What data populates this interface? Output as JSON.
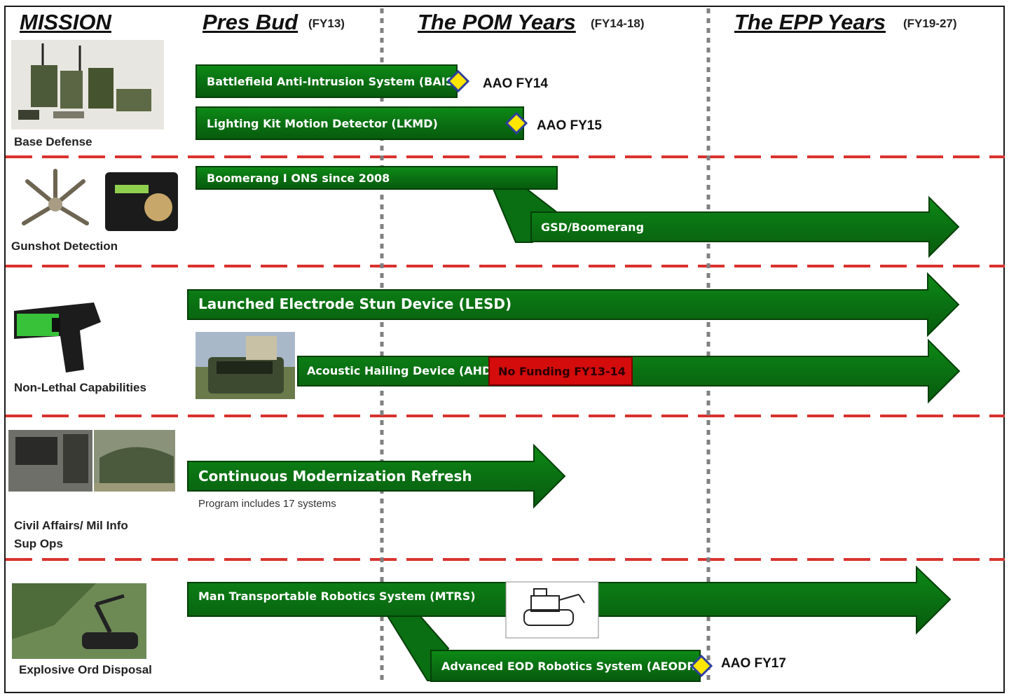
{
  "headers": {
    "mission": "MISSION",
    "pres_bud": "Pres Bud",
    "pres_bud_fy": "(FY13)",
    "pom": "The POM Years",
    "pom_fy": "(FY14-18)",
    "epp": "The EPP Years",
    "epp_fy": "(FY19-27)"
  },
  "missions": [
    {
      "label": "Base Defense"
    },
    {
      "label": "Gunshot Detection"
    },
    {
      "label": "Non-Lethal Capabilities"
    },
    {
      "label_line1": "Civil Affairs/ Mil Info",
      "label_line2": "Sup Ops"
    },
    {
      "label": "Explosive Ord Disposal"
    }
  ],
  "programs": {
    "bais": "Battlefield Anti-Intrusion System (BAIS)",
    "lkmd": "Lighting Kit Motion Detector (LKMD)",
    "boomerang": "Boomerang I ONS since 2008",
    "gsd": "GSD/Boomerang",
    "lesd": "Launched Electrode Stun Device (LESD)",
    "ahd": "Acoustic Hailing Device (AHD)",
    "ahd_nofund": "No Funding FY13-14",
    "cmr": "Continuous Modernization Refresh",
    "cmr_note": "Program includes 17 systems",
    "mtrs": "Man Transportable Robotics System (MTRS)",
    "aeodrs": "Advanced EOD Robotics System (AEODRS)"
  },
  "milestones": {
    "bais": "AAO FY14",
    "lkmd": "AAO FY15",
    "aeodrs": "AAO FY17"
  },
  "colors": {
    "bar_green": "#0a6e12",
    "no_funding_red": "#d40c0c",
    "divider_red": "#d9322e",
    "milestone_fill": "#ffe600",
    "milestone_stroke": "#2e3f9e"
  }
}
